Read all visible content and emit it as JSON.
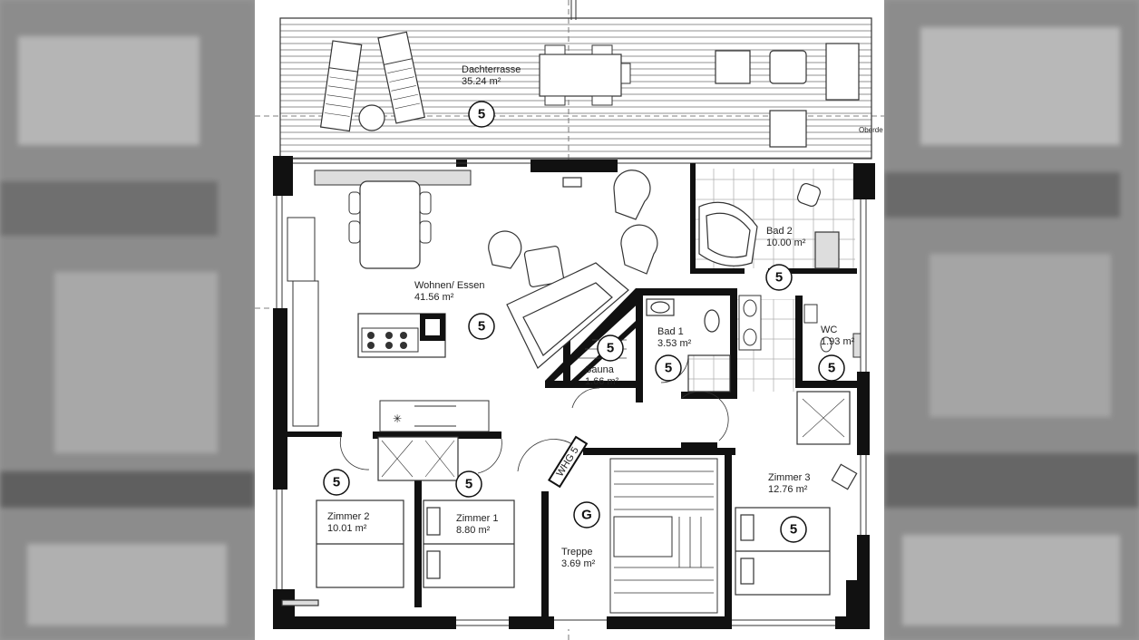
{
  "plan": {
    "terrace": {
      "label": "Dachterrasse",
      "area": "35.24 m²",
      "badge": "5"
    },
    "rooms": [
      {
        "key": "wohnen",
        "label": "Wohnen/ Essen",
        "area": "41.56 m²",
        "badge": "5"
      },
      {
        "key": "bad2",
        "label": "Bad 2",
        "area": "10.00 m²",
        "badge": "5"
      },
      {
        "key": "bad1",
        "label": "Bad 1",
        "area": "3.53 m²",
        "badge": "5"
      },
      {
        "key": "sauna",
        "label": "Sauna",
        "area": "1.66 m²",
        "badge": "5"
      },
      {
        "key": "wc",
        "label": "WC",
        "area": "1.93 m²",
        "badge": "5"
      },
      {
        "key": "zimmer3",
        "label": "Zimmer 3",
        "area": "12.76 m²",
        "badge": "5"
      },
      {
        "key": "zimmer2",
        "label": "Zimmer 2",
        "area": "10.01 m²",
        "badge": "5"
      },
      {
        "key": "zimmer1",
        "label": "Zimmer 1",
        "area": "8.80 m²",
        "badge": "5"
      },
      {
        "key": "treppe",
        "label": "Treppe",
        "area": "3.69 m²",
        "badge": "G"
      }
    ],
    "door_label": "WHG 5",
    "edge_label": "Oberde"
  }
}
